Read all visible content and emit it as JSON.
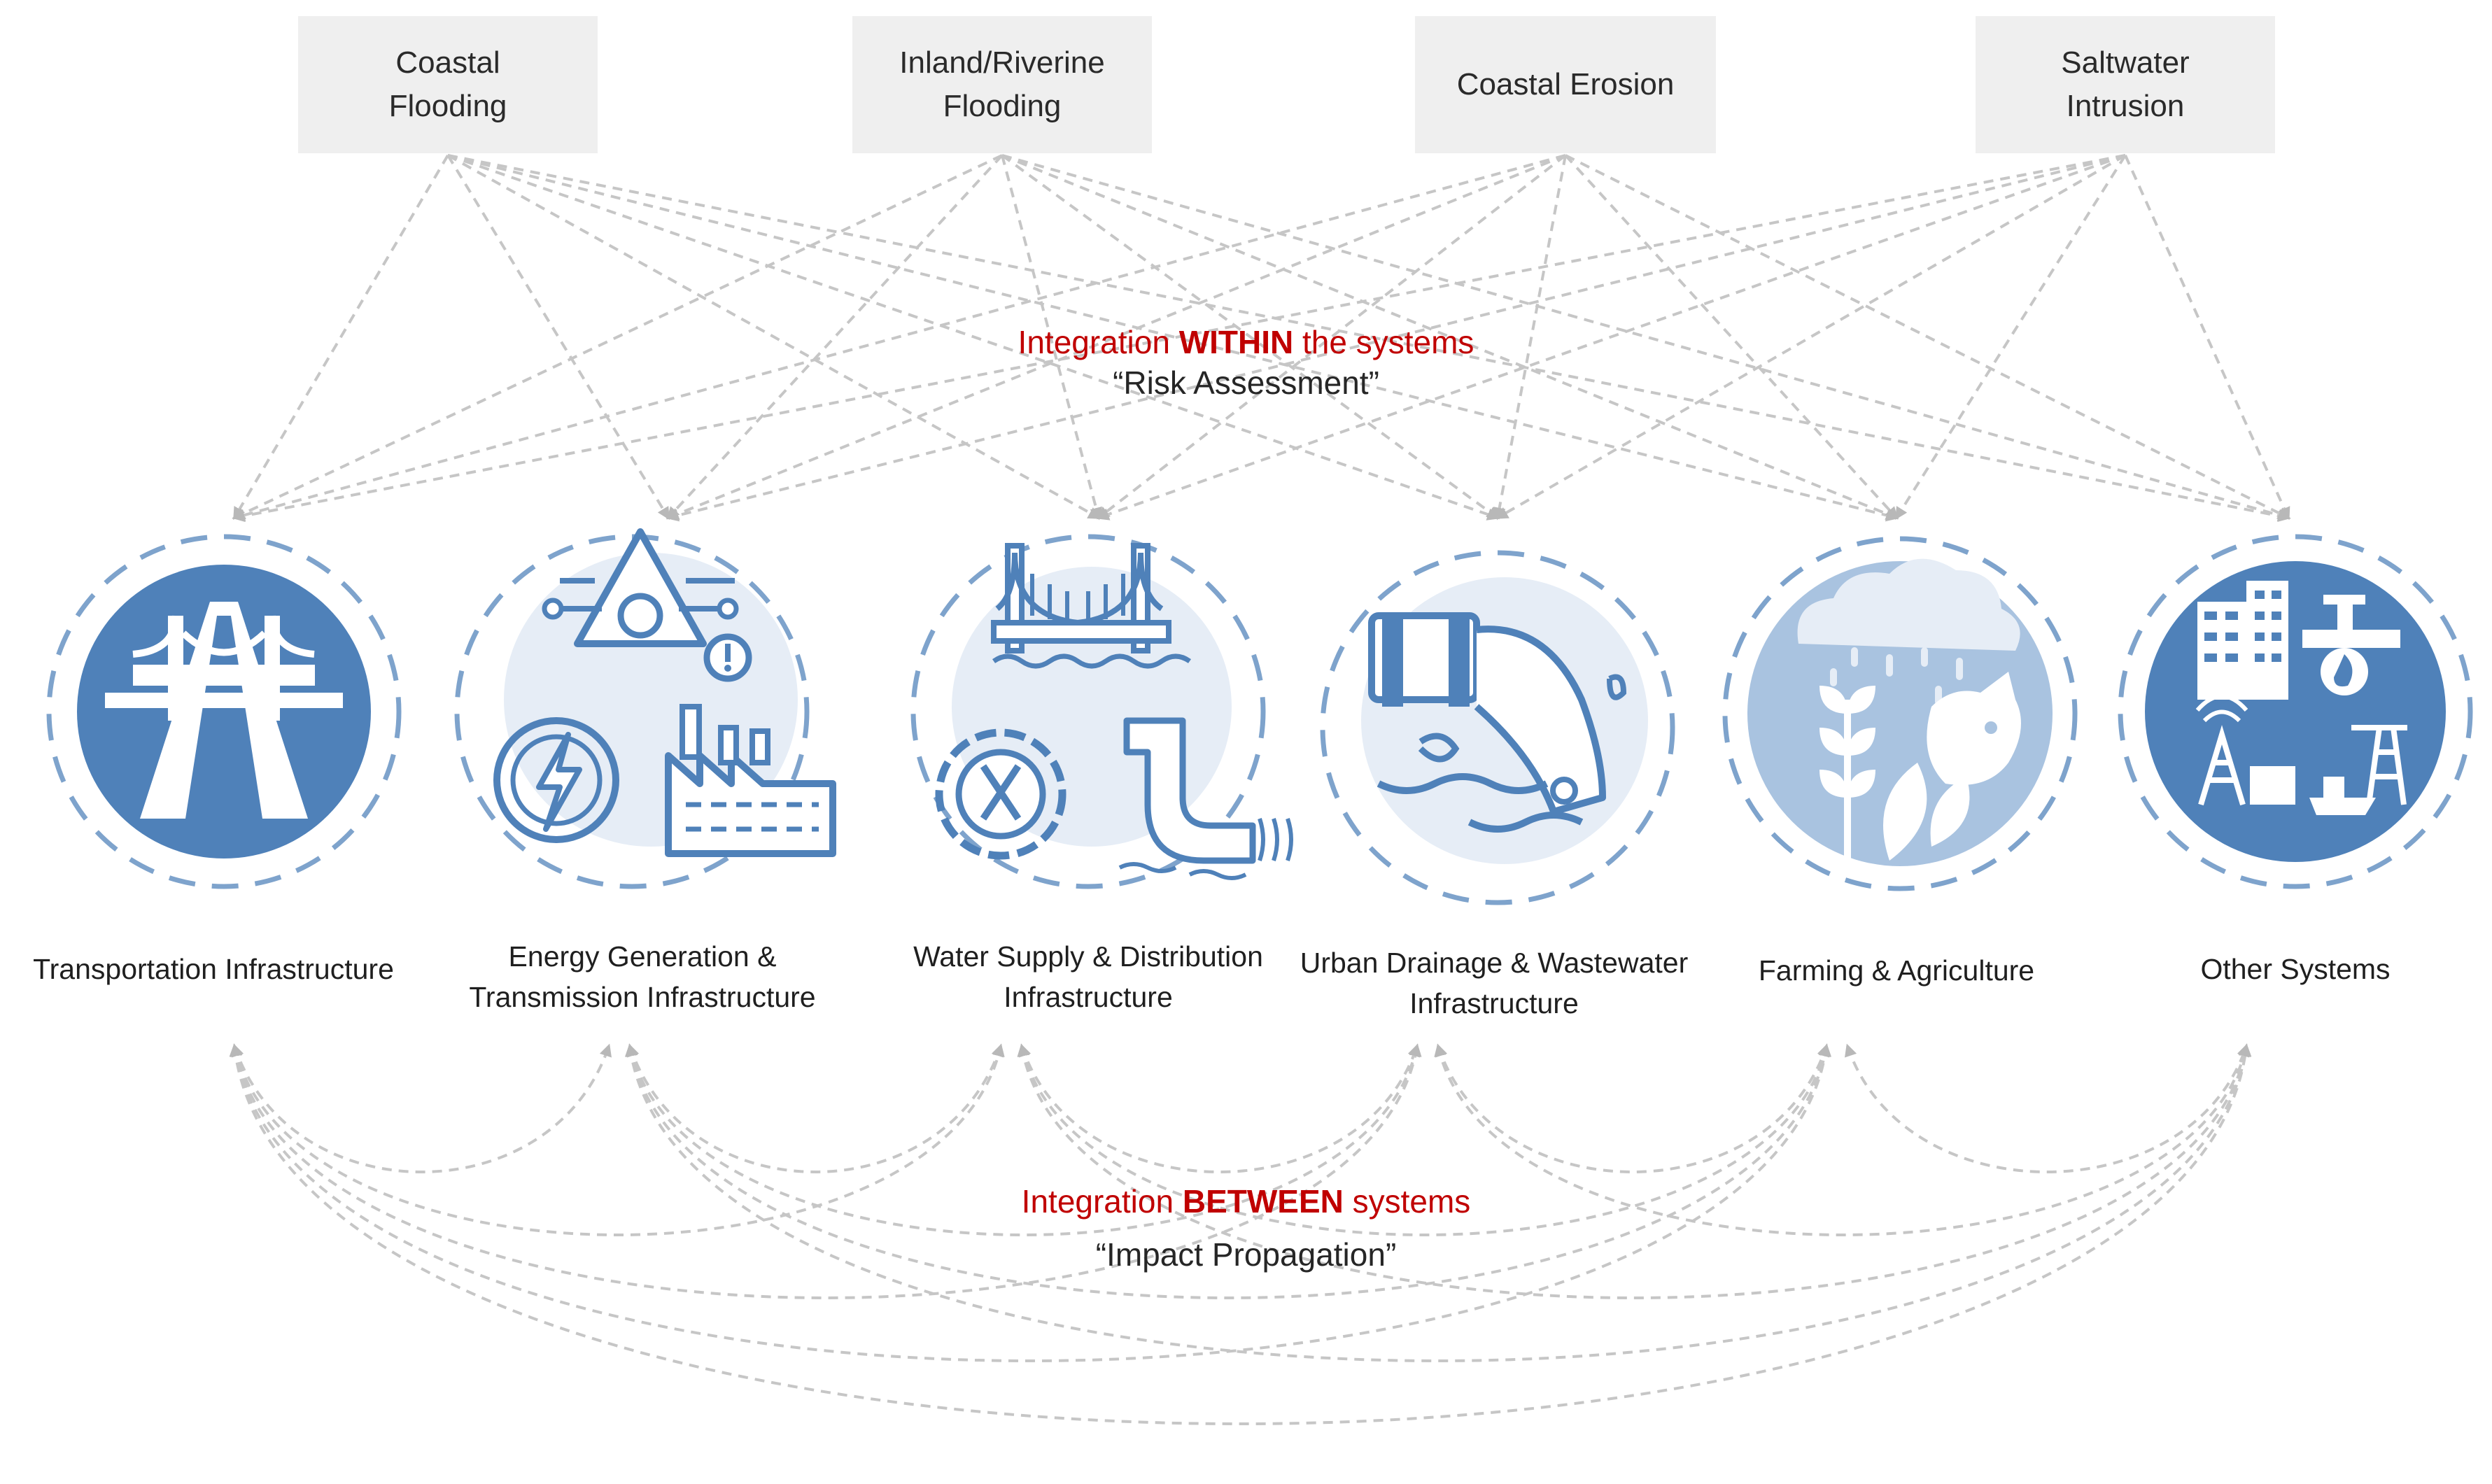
{
  "hazards": [
    {
      "label": "Coastal\nFlooding"
    },
    {
      "label": "Inland/Riverine\nFlooding"
    },
    {
      "label": "Coastal Erosion"
    },
    {
      "label": "Saltwater\nIntrusion"
    }
  ],
  "systems": [
    {
      "label": "Transportation Infrastructure",
      "icon": "bridge-road-icon"
    },
    {
      "label": "Energy Generation &\nTransmission  Infrastructure",
      "icon": "energy-factory-icon"
    },
    {
      "label": "Water Supply & Distribution\nInfrastructure",
      "icon": "water-supply-icon"
    },
    {
      "label": "Urban Drainage & Wastewater\nInfrastructure",
      "icon": "drainage-pipe-icon"
    },
    {
      "label": "Farming & Agriculture",
      "icon": "farming-rain-icon"
    },
    {
      "label": "Other Systems",
      "icon": "industrial-systems-icon"
    }
  ],
  "within": {
    "prefix": "Integration ",
    "bold": "WITHIN",
    "suffix": " the systems",
    "quote": "“Risk Assessment”"
  },
  "between": {
    "prefix": "Integration ",
    "bold": "BETWEEN",
    "suffix": " systems",
    "quote": "“Impact Propagation”"
  },
  "colors": {
    "accent_red": "#c00000",
    "icon_blue": "#4f81b9",
    "icon_light_blue": "#a9c3e0",
    "pale_blue": "#e6edf6",
    "arrow_gray": "#bdbdbd",
    "box_gray": "#efefef"
  }
}
